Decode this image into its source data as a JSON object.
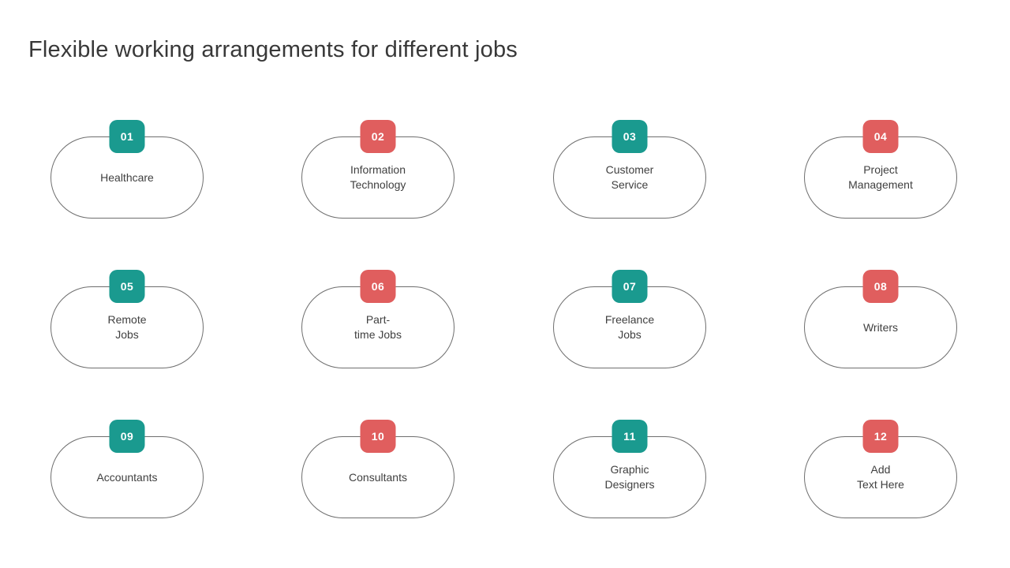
{
  "slide": {
    "title": "Flexible working arrangements for different jobs"
  },
  "colors": {
    "teal_badge": "#1A9A8F",
    "red_badge": "#E05E5E",
    "pill_border": "#6E6E6E",
    "label_text": "#404040",
    "title_text": "#383838",
    "background": "#FFFFFF"
  },
  "cards": [
    {
      "number": "01",
      "label": "Healthcare",
      "color": "teal"
    },
    {
      "number": "02",
      "label": "Information\nTechnology",
      "color": "red"
    },
    {
      "number": "03",
      "label": "Customer\nService",
      "color": "teal"
    },
    {
      "number": "04",
      "label": "Project\nManagement",
      "color": "red"
    },
    {
      "number": "05",
      "label": "Remote\nJobs",
      "color": "teal"
    },
    {
      "number": "06",
      "label": "Part-\ntime Jobs",
      "color": "red"
    },
    {
      "number": "07",
      "label": "Freelance\nJobs",
      "color": "teal"
    },
    {
      "number": "08",
      "label": "Writers",
      "color": "red"
    },
    {
      "number": "09",
      "label": "Accountants",
      "color": "teal"
    },
    {
      "number": "10",
      "label": "Consultants",
      "color": "red"
    },
    {
      "number": "11",
      "label": "Graphic\nDesigners",
      "color": "teal"
    },
    {
      "number": "12",
      "label": "Add\nText Here",
      "color": "red"
    }
  ]
}
